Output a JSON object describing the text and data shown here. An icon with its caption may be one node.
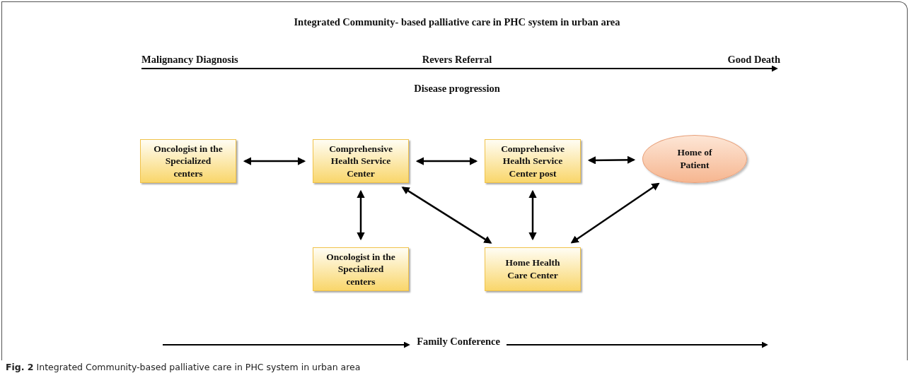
{
  "diagram": {
    "title": "Integrated Community- based palliative care in PHC system in urban area",
    "caption": "**Fig. 2** Integrated Community-based palliative care in PHC system in urban area",
    "nodes": [
      {
        "text": [
          "Oncologist in the Specialized centers"
        ]
      },
      {
        "text": [
          "Comprehensive Health Service Center"
        ]
      },
      {
        "text": [
          "Comprehensive Health Service Center post"
        ]
      },
      {
        "text": [
          "Home of Patient"
        ]
      },
      {
        "text": [
          "Oncologist in the Specialized centers"
        ]
      },
      {
        "text": [
          "Home Health Care Center"
        ]
      }
    ],
    "edges": [
      {
        "from": 0,
        "to": 1,
        "arrow": "both"
      },
      {
        "from": 1,
        "to": 2,
        "arrow": "both"
      },
      {
        "from": 2,
        "to": 3,
        "arrow": "both"
      },
      {
        "from": 1,
        "to": 4,
        "arrow": "both"
      },
      {
        "from": 1,
        "to": 5,
        "arrow": "both"
      },
      {
        "from": 2,
        "to": 5,
        "arrow": "both"
      },
      {
        "from": 3,
        "to": 5,
        "arrow": "both"
      }
    ],
    "labels": [
      "Malignancy Diagnosis",
      "Revers Referral",
      "Good Death",
      "Disease progression",
      "Family Conference"
    ]
  }
}
